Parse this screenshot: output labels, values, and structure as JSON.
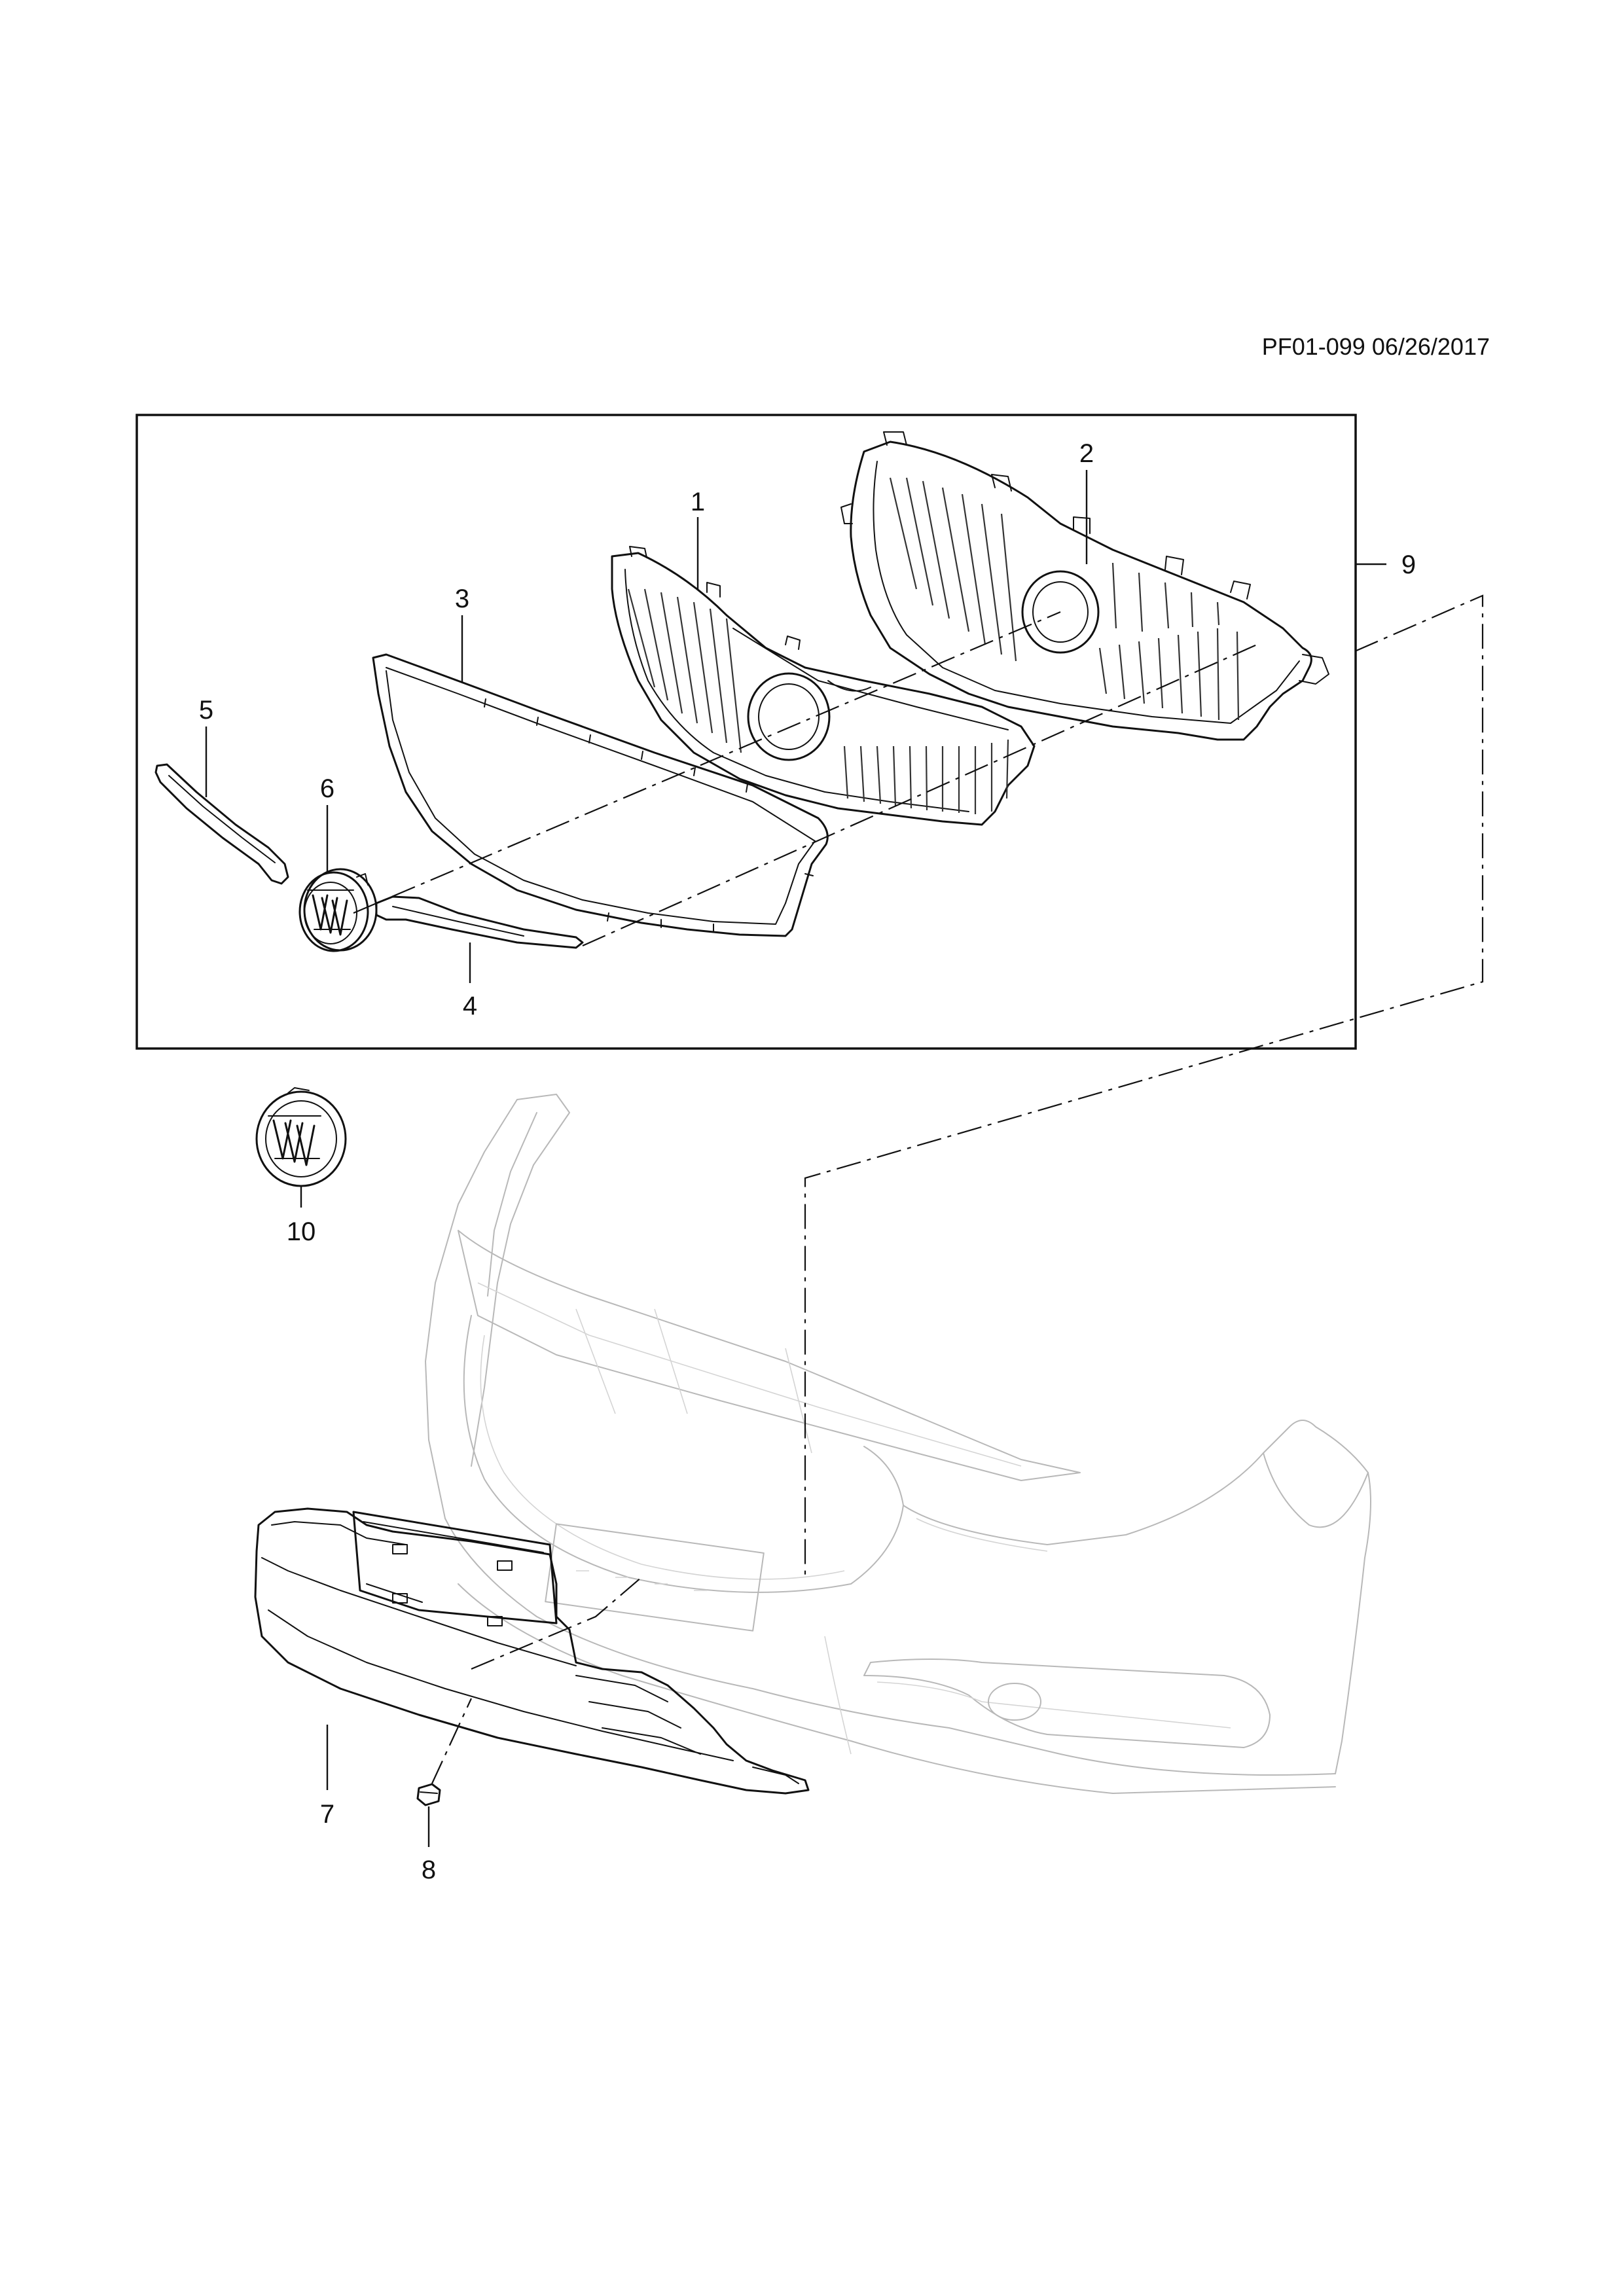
{
  "document_id": "PF01-099 06/26/2017",
  "callouts": [
    "1",
    "2",
    "3",
    "4",
    "5",
    "6",
    "7",
    "8",
    "9",
    "10"
  ]
}
